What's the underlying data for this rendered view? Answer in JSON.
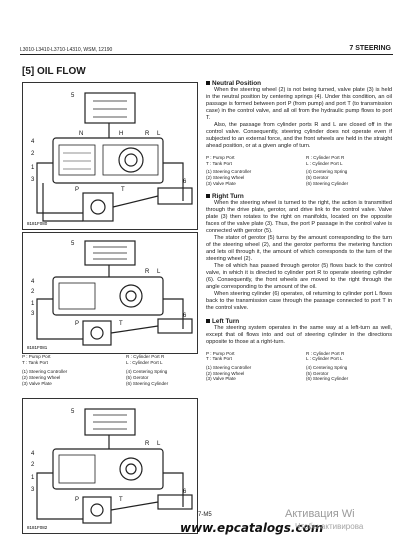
{
  "header": {
    "models": "L3010·L3410·L3710·L4310, WSM, 12190",
    "chapter": "7  STEERING"
  },
  "section_title": "[5]  OIL FLOW",
  "figures": {
    "fig1": {
      "id": "8181F080",
      "labels": [
        "5",
        "4",
        "2",
        "1",
        "3",
        "6",
        "P",
        "T",
        "R",
        "L",
        "N",
        "H"
      ]
    },
    "fig2": {
      "id": "8181F081",
      "labels": [
        "5",
        "4",
        "2",
        "1",
        "3",
        "6",
        "P",
        "T",
        "R",
        "L"
      ]
    },
    "fig3": {
      "id": "8181F082",
      "labels": [
        "5",
        "4",
        "2",
        "1",
        "3",
        "6",
        "P",
        "T",
        "R",
        "L"
      ]
    }
  },
  "neutral": {
    "heading": "Neutral Position",
    "paragraphs": [
      "When the steering wheel (2) is not being turned, valve plate (3) is held in the neutral position by centering springs (4). Under this condition, an oil passage is formed between port P (from pump) and port T (to transmission case) in the control valve, and all oil from the hydraulic pump flows to port T.",
      "Also, the passage from cylinder ports R and L are closed off in the control valve. Consequently, steering cylinder does not operate even if subjected to an external force, and the front wheels are held in the straight ahead position, or at a given angle of turn."
    ],
    "ports": [
      [
        "P : Pump Port",
        "R : Cylinder Port R"
      ],
      [
        "T : Tank Port",
        "L : Cylinder Port L"
      ]
    ],
    "legend": [
      [
        "(1)  Steering Controller",
        "(4)  Centering Spring"
      ],
      [
        "(2)  Steering Wheel",
        "(5)  Gerotor"
      ],
      [
        "(3)  Valve Plate",
        "(6)  Steering Cylinder"
      ]
    ]
  },
  "right": {
    "heading": "Right Turn",
    "paragraphs": [
      "When the steering wheel is turned to the right, the action is transmitted through the drive plate, gerotor, and drive link to the control valve. Valve plate (3) then rotates to the right on manifolds, located on the opposite faces of the valve plate (3). Thus, the port P passage in the control valve is connected with gerotor (5).",
      "The stator of gerotor (5) turns by the amount corresponding to the turn of the steering wheel (2), and the gerotor performs the metering function and lets oil through it, the amount of which corresponds to the turn of the steering wheel (2).",
      "The oil which has passed through gerotor (5) flows back to the control valve, in which it is directed to cylinder port R to operate steering cylinder (6). Consequently, the front wheels are moved to the right through the angle corresponding to the amount of the oil.",
      "When steering cylinder (6) operates, oil returning to cylinder port L flows back to the transmission case through the passage connected to port T in the control valve."
    ],
    "ports": [
      [
        "P : Pump Port",
        "R : Cylinder Port R"
      ],
      [
        "T : Tank Port",
        "L : Cylinder Port L"
      ]
    ],
    "legend": [
      [
        "(1)  Steering Controller",
        "(4)  Centering Spring"
      ],
      [
        "(2)  Steering Wheel",
        "(5)  Gerotor"
      ],
      [
        "(3)  Valve Plate",
        "(6)  Steering Cylinder"
      ]
    ]
  },
  "left": {
    "heading": "Left Turn",
    "paragraphs": [
      "The steering system operates in the same way at a left-turn as well, except that oil flows into and out of steering cylinder in the directions opposite to those at a right-turn."
    ],
    "ports": [
      [
        "P : Pump Port",
        "R : Cylinder Port R"
      ],
      [
        "T : Tank Port",
        "L : Cylinder Port L"
      ]
    ],
    "legend": [
      [
        "(1)  Steering Controller",
        "(4)  Centering Spring"
      ],
      [
        "(2)  Steering Wheel",
        "(5)  Gerotor"
      ],
      [
        "(3)  Valve Plate",
        "(6)  Steering Cylinder"
      ]
    ]
  },
  "footer": {
    "page": "7-M5",
    "url": "www.epcatalogs.com"
  },
  "overlay": {
    "line1": "Активация Wi",
    "line2": "Чтобы активирова"
  }
}
